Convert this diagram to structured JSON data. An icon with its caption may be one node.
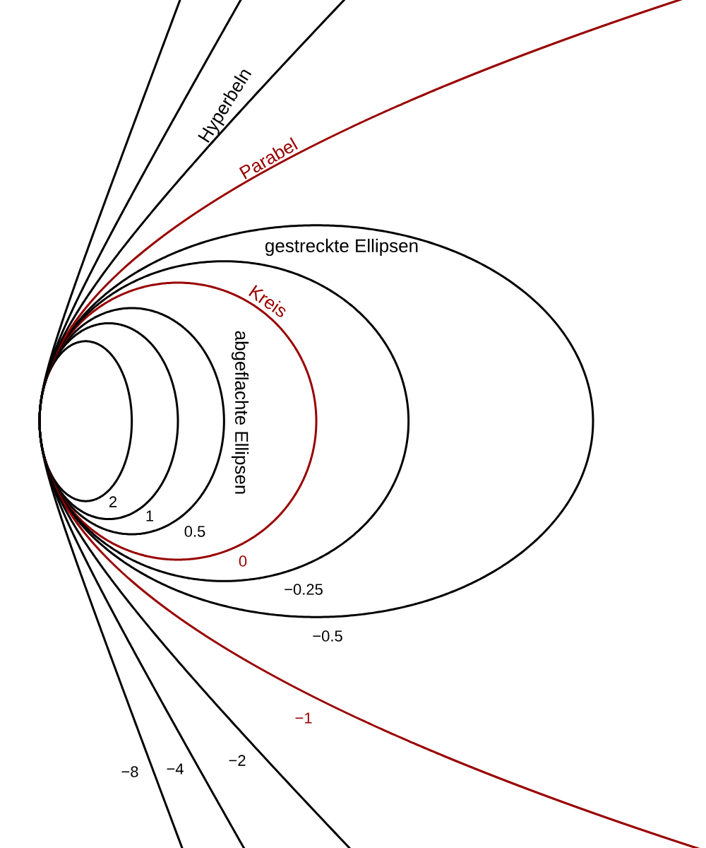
{
  "diagram": {
    "labels": [
      "Hyperbeln",
      "Parabel",
      "gestreckte Ellipsen",
      "Kreis",
      "abgeflachte Ellipsen",
      "2",
      "1",
      "0.5",
      "0",
      "−0.25",
      "−0.5",
      "−1",
      "−8",
      "−4",
      "−2"
    ]
  }
}
